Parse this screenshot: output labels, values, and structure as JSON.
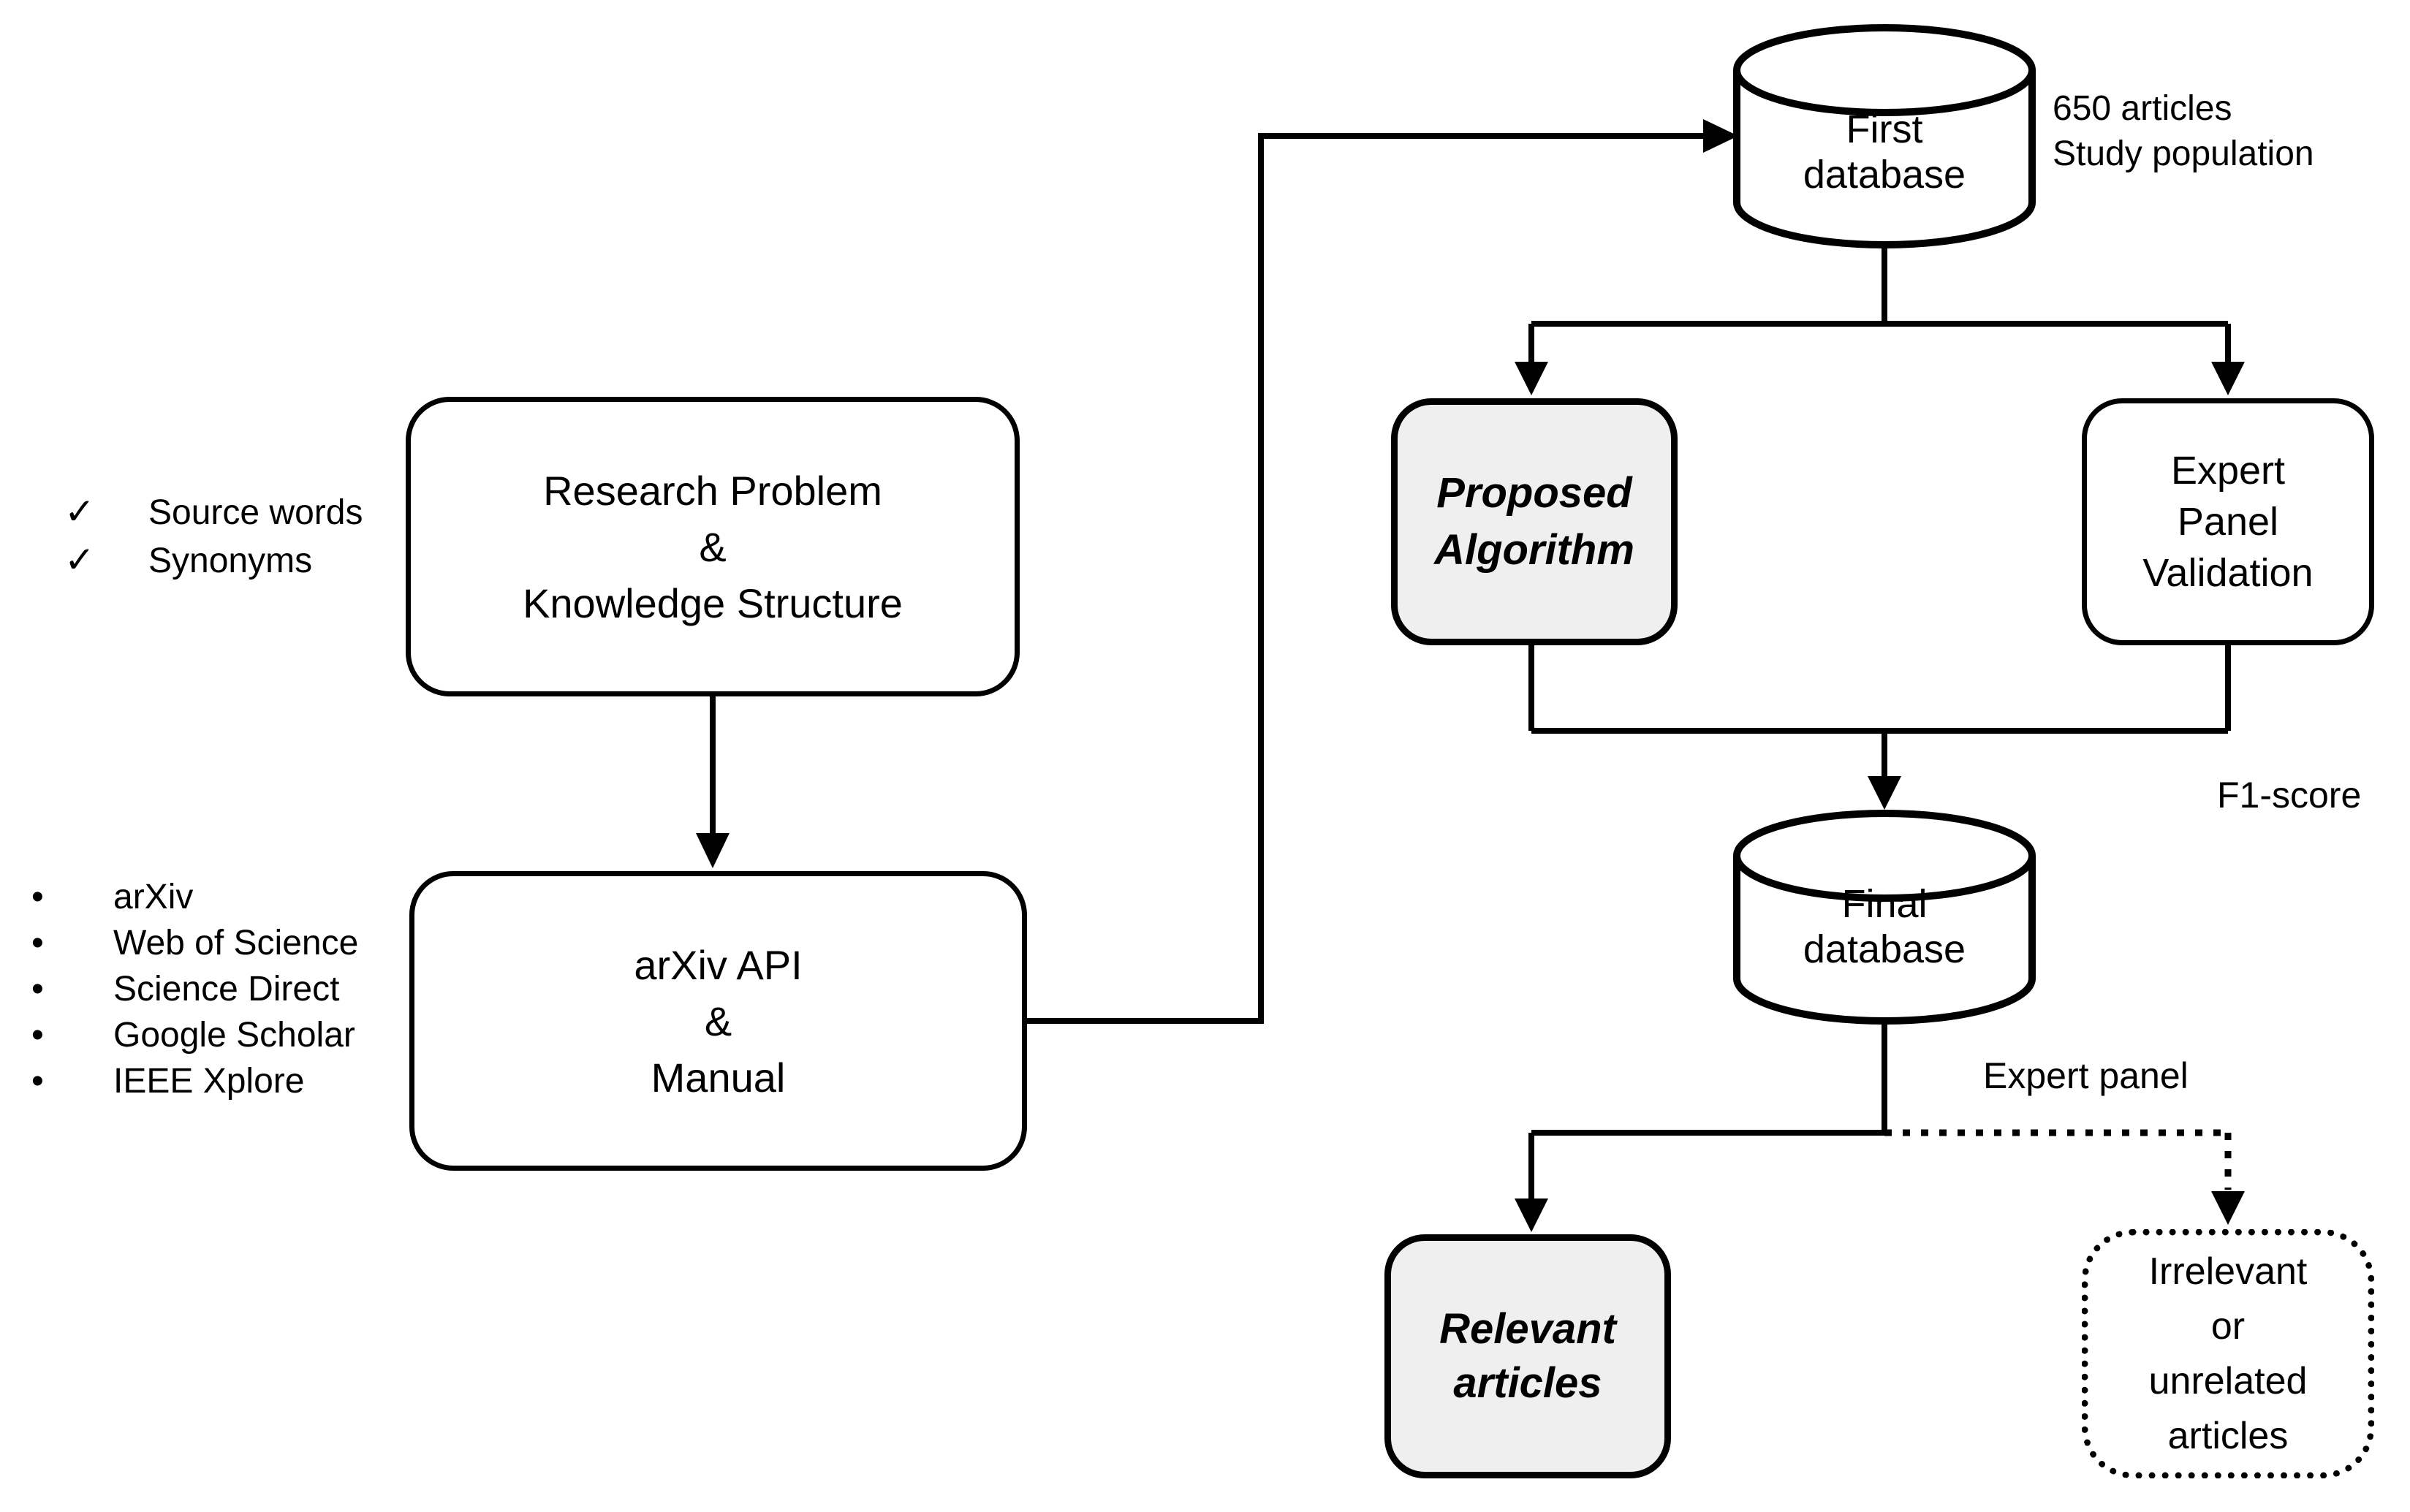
{
  "checklist": {
    "marker": "✓",
    "items": [
      "Source words",
      "Synonyms"
    ]
  },
  "sources": {
    "marker": "•",
    "items": [
      "arXiv",
      "Web of Science",
      "Science Direct",
      "Google Scholar",
      "IEEE Xplore"
    ]
  },
  "nodes": {
    "research_problem": {
      "label": "Research Problem\n&\nKnowledge Structure"
    },
    "arxiv_api": {
      "label": "arXiv API\n&\nManual"
    },
    "proposed_algorithm": {
      "label": "Proposed\nAlgorithm"
    },
    "expert_panel_validation": {
      "label": "Expert\nPanel\nValidation"
    },
    "relevant_articles": {
      "label": "Relevant\narticles"
    },
    "irrelevant_articles": {
      "label": "Irrelevant\nor\nunrelated\narticles"
    },
    "first_database": {
      "label": "First\ndatabase"
    },
    "final_database": {
      "label": "Final\ndatabase"
    }
  },
  "annotations": {
    "first_database_note": "650 articles\nStudy population",
    "f1_score": "F1-score",
    "expert_panel": "Expert panel"
  },
  "colors": {
    "line": "#000000",
    "highlight_fill": "#efefef",
    "node_fill": "#ffffff",
    "background": "#ffffff",
    "text": "#000000"
  }
}
